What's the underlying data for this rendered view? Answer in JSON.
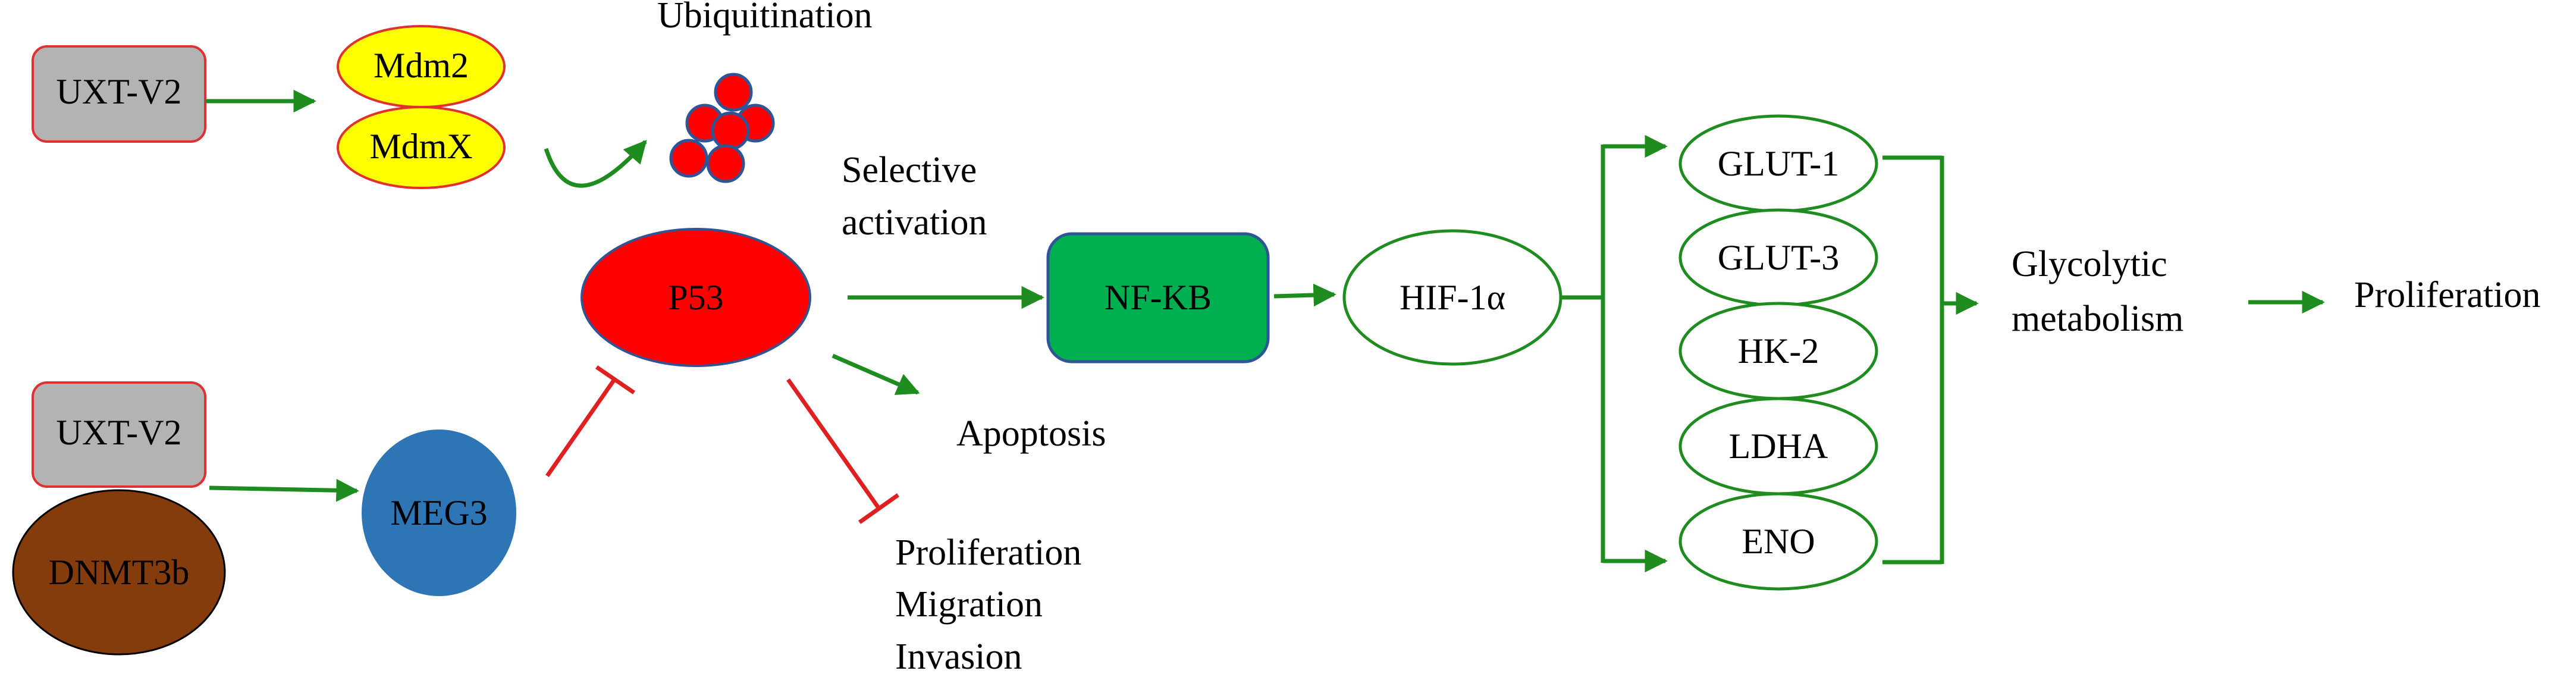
{
  "colors": {
    "arrow_green": "#1e8c1e",
    "inhibit_red": "#e02020",
    "node_gray": "#b3b3b3",
    "node_border_red": "#e03030",
    "mdm_yellow": "#ffff00",
    "p53_red": "#ff0000",
    "meg3_blue": "#2e75b6",
    "dnmt_brown": "#843c0c",
    "nfkb_green": "#00b050",
    "nfkb_border_blue": "#2f5597",
    "outline_green": "#1e8c1e"
  },
  "nodes": {
    "uxt_top": "UXT-V2",
    "mdm2": "Mdm2",
    "mdmx": "MdmX",
    "uxt_bottom": "UXT-V2",
    "dnmt3b": "DNMT3b",
    "meg3": "MEG3",
    "p53": "P53",
    "nfkb": "NF-KB",
    "hif": "HIF-1α",
    "glut1": "GLUT-1",
    "glut3": "GLUT-3",
    "hk2": "HK-2",
    "ldha": "LDHA",
    "eno": "ENO"
  },
  "labels": {
    "ubiquitination": "Ubiquitination",
    "selective_line1": "Selective",
    "selective_line2": "activation",
    "apoptosis": "Apoptosis",
    "prolif_line1": "Proliferation",
    "prolif_line2": "Migration",
    "prolif_line3": "Invasion",
    "glyco_line1": "Glycolytic",
    "glyco_line2": "metabolism",
    "proliferation_final": "Proliferation"
  }
}
